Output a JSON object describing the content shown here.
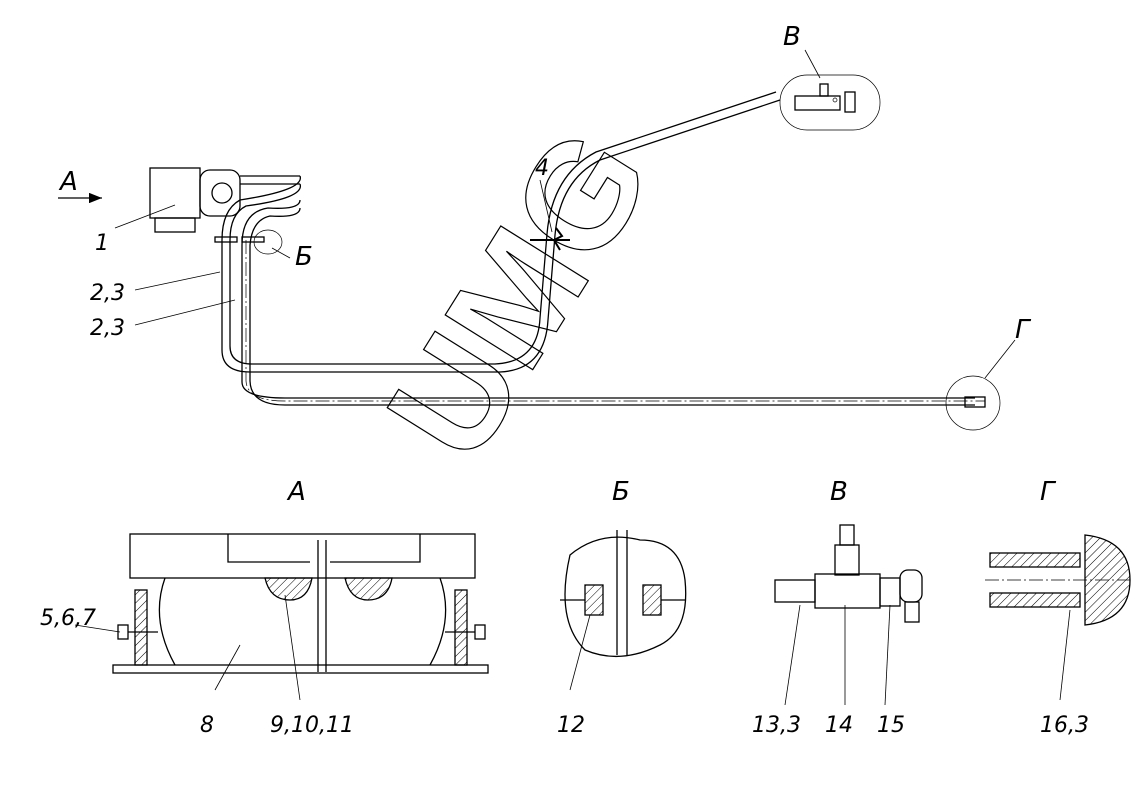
{
  "drawing": {
    "watermark": "UMG",
    "view_arrow_label": "A",
    "callouts": {
      "part_1": "1",
      "part_2_3_a": "2,3",
      "part_2_3_b": "2,3",
      "part_4": "4",
      "detail_B": "Б",
      "detail_V": "В",
      "detail_G": "Г"
    },
    "sections": [
      {
        "title": "А",
        "labels": [
          "5,6,7",
          "8",
          "9,10,11"
        ]
      },
      {
        "title": "Б",
        "labels": [
          "12"
        ]
      },
      {
        "title": "В",
        "labels": [
          "13,3",
          "14",
          "15"
        ]
      },
      {
        "title": "Г",
        "labels": [
          "16,3"
        ]
      }
    ]
  }
}
